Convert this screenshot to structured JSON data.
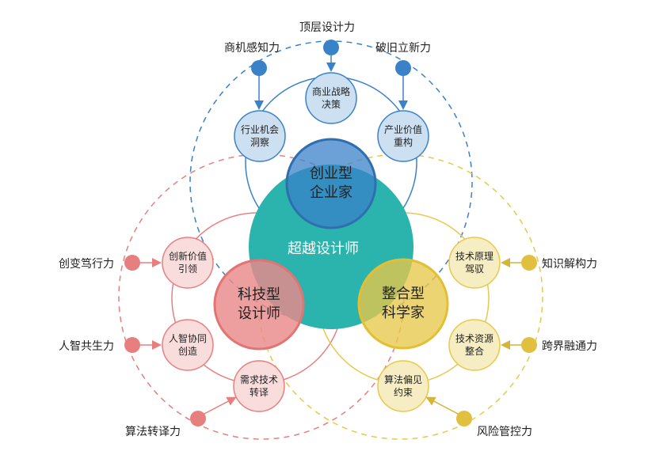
{
  "center": {
    "label": "超越设计师",
    "color": "#2bb3ad"
  },
  "roles": {
    "entrepreneur": {
      "label": "创业型\n企业家",
      "color": "#3a82c8"
    },
    "technologist": {
      "label": "科技型\n设计师",
      "color": "#e77f7f"
    },
    "scientist": {
      "label": "整合型\n科学家",
      "color": "#e8c84a"
    }
  },
  "skills": {
    "entrepreneur": [
      "商业战略\n决策",
      "行业机会\n洞察",
      "产业价值\n重构"
    ],
    "technologist": [
      "创新价值\n引领",
      "人智协同\n创造",
      "需求技术\n转译"
    ],
    "scientist": [
      "技术原理\n驾驭",
      "技术资源\n整合",
      "算法偏见\n约束"
    ]
  },
  "abilities": {
    "entrepreneur": [
      "顶层设计力",
      "商机感知力",
      "破旧立新力"
    ],
    "technologist": [
      "创变笃行力",
      "人智共生力",
      "算法转译力"
    ],
    "scientist": [
      "知识解构力",
      "跨界融通力",
      "风险管控力"
    ]
  }
}
